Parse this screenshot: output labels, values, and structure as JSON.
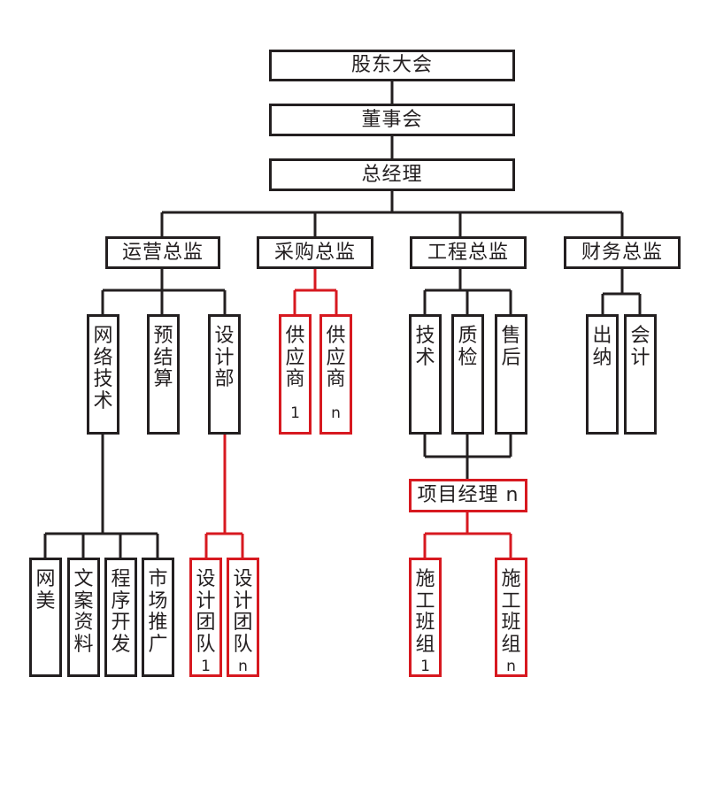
{
  "colors": {
    "line": "#231f20",
    "highlight": "#d71920",
    "background": "#ffffff"
  },
  "nodes": {
    "shareholders": "股东大会",
    "board": "董事会",
    "gm": "总经理",
    "ops_director": "运营总监",
    "purchase_director": "采购总监",
    "engineering_director": "工程总监",
    "finance_director": "财务总监",
    "network_tech": "网络技术",
    "budget": "预结算",
    "design_dept": "设计部",
    "supplier_1": {
      "label": "供应商",
      "tag": "1"
    },
    "supplier_n": {
      "label": "供应商",
      "tag": "n"
    },
    "tech": "技术",
    "qc": "质检",
    "after_sales": "售后",
    "cashier": "出纳",
    "accounting": "会计",
    "project_manager": "项目经理 n",
    "web_art": "网美",
    "copy_materials": "文案资料",
    "program_dev": "程序开发",
    "marketing": "市场推广",
    "design_team_1": {
      "label": "设计团队",
      "tag": "1"
    },
    "design_team_n": {
      "label": "设计团队",
      "tag": "n"
    },
    "crew_1": {
      "label": "施工班组",
      "tag": "1"
    },
    "crew_n": {
      "label": "施工班组",
      "tag": "n"
    }
  }
}
